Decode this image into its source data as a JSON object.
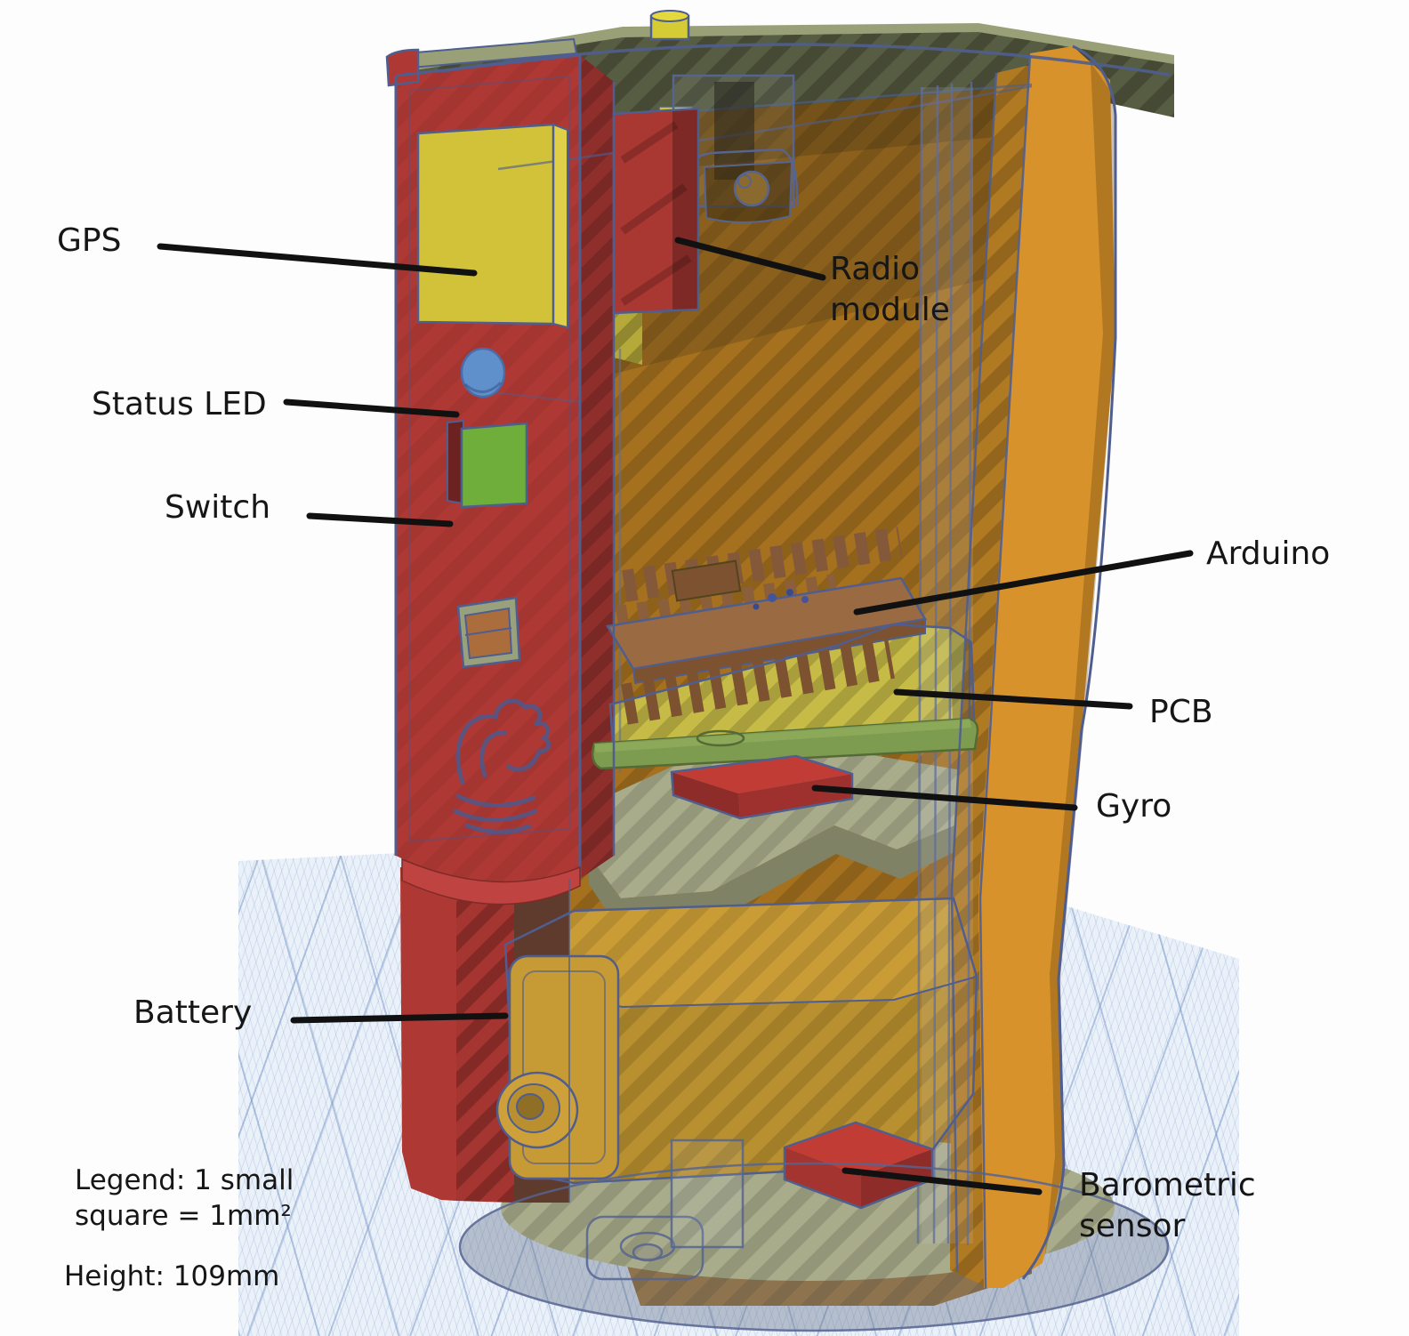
{
  "scene": {
    "description": "3D CAD cutaway render of a cylindrical electronics payload on a blue workplane grid",
    "view": "isometric cutaway"
  },
  "labels": {
    "gps": "GPS",
    "status_led": "Status LED",
    "switch": "Switch",
    "radio_module": "Radio module",
    "arduino": "Arduino",
    "pcb": "PCB",
    "gyro": "Gyro",
    "battery": "Battery",
    "barometric_sensor": "Barometric sensor"
  },
  "legend": "Legend: 1 small square = 1mm²",
  "height_note": "Height: 109mm",
  "colors": {
    "annotation_text": "#161616",
    "leader_line": "#111111",
    "shell_orange": "#d8922b",
    "shell_cut_orange": "#b07a22",
    "interior_orange": "#a5711f",
    "door_red": "#ae3833",
    "cap_olive": "#575d42",
    "plate_olive": "#a9ac8b",
    "pcb_yellow": "#c5bb46",
    "gps_yellow": "#d2c23a",
    "battery_gold": "#c99c36",
    "sensor_red": "#b5332f",
    "led_blue": "#6090cc",
    "switch_green": "#6fae3b",
    "arduino_brown": "#9a6b42",
    "disc_green": "#7e9c50",
    "grid_blue": "#c3d2ea",
    "outline_blue": "#4f5e8f"
  }
}
